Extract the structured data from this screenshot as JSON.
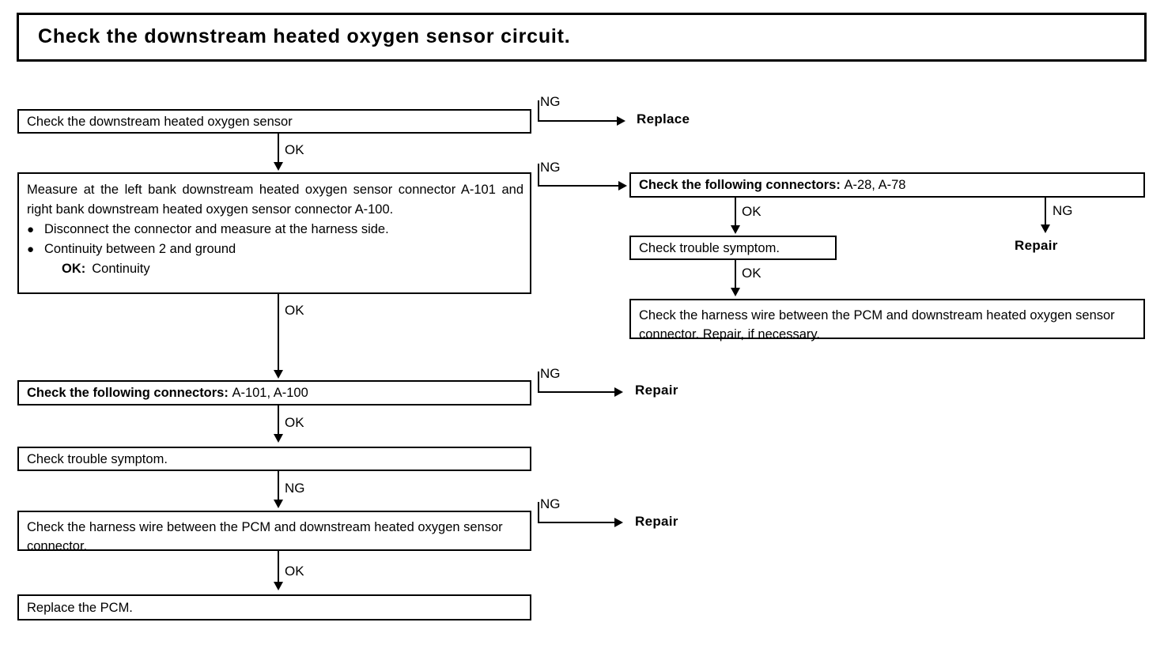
{
  "title": "Check the downstream heated oxygen sensor circuit.",
  "labels": {
    "ok": "OK",
    "ng": "NG",
    "replace": "Replace",
    "repair": "Repair"
  },
  "left_column": {
    "step1": {
      "text": "Check the downstream heated oxygen sensor",
      "ng_result": "Replace",
      "ok_label": "OK",
      "ng_label": "NG"
    },
    "step2": {
      "paragraph": "Measure at the left bank downstream heated oxygen sensor connector A-101 and right bank downstream heated oxygen sensor connector A-100.",
      "bullets": [
        "Disconnect the connector and measure at the harness side.",
        "Continuity between 2 and ground"
      ],
      "ok_prefix": "OK:",
      "ok_value": "Continuity",
      "ok_label": "OK",
      "ng_label": "NG"
    },
    "step3": {
      "label": "Check the following connectors:",
      "connectors": "A-101, A-100",
      "ng_result": "Repair",
      "ok_label": "OK",
      "ng_label": "NG"
    },
    "step4": {
      "text": "Check trouble symptom.",
      "ng_label": "NG"
    },
    "step5": {
      "text": "Check the harness wire between the PCM and downstream heated oxygen sensor connector.",
      "ng_result": "Repair",
      "ok_label": "OK",
      "ng_label": "NG"
    },
    "step6": {
      "text": "Replace the PCM."
    }
  },
  "right_column": {
    "step1": {
      "label": "Check the following connectors:",
      "connectors": "A-28, A-78",
      "ok_label": "OK",
      "ng_label": "NG",
      "ng_result": "Repair"
    },
    "step2": {
      "text": "Check trouble symptom.",
      "ok_label": "OK"
    },
    "step3": {
      "text": "Check the harness wire between the PCM and downstream heated oxygen sensor connector. Repair, if necessary."
    }
  },
  "colors": {
    "ink": "#000000",
    "paper": "#ffffff"
  }
}
